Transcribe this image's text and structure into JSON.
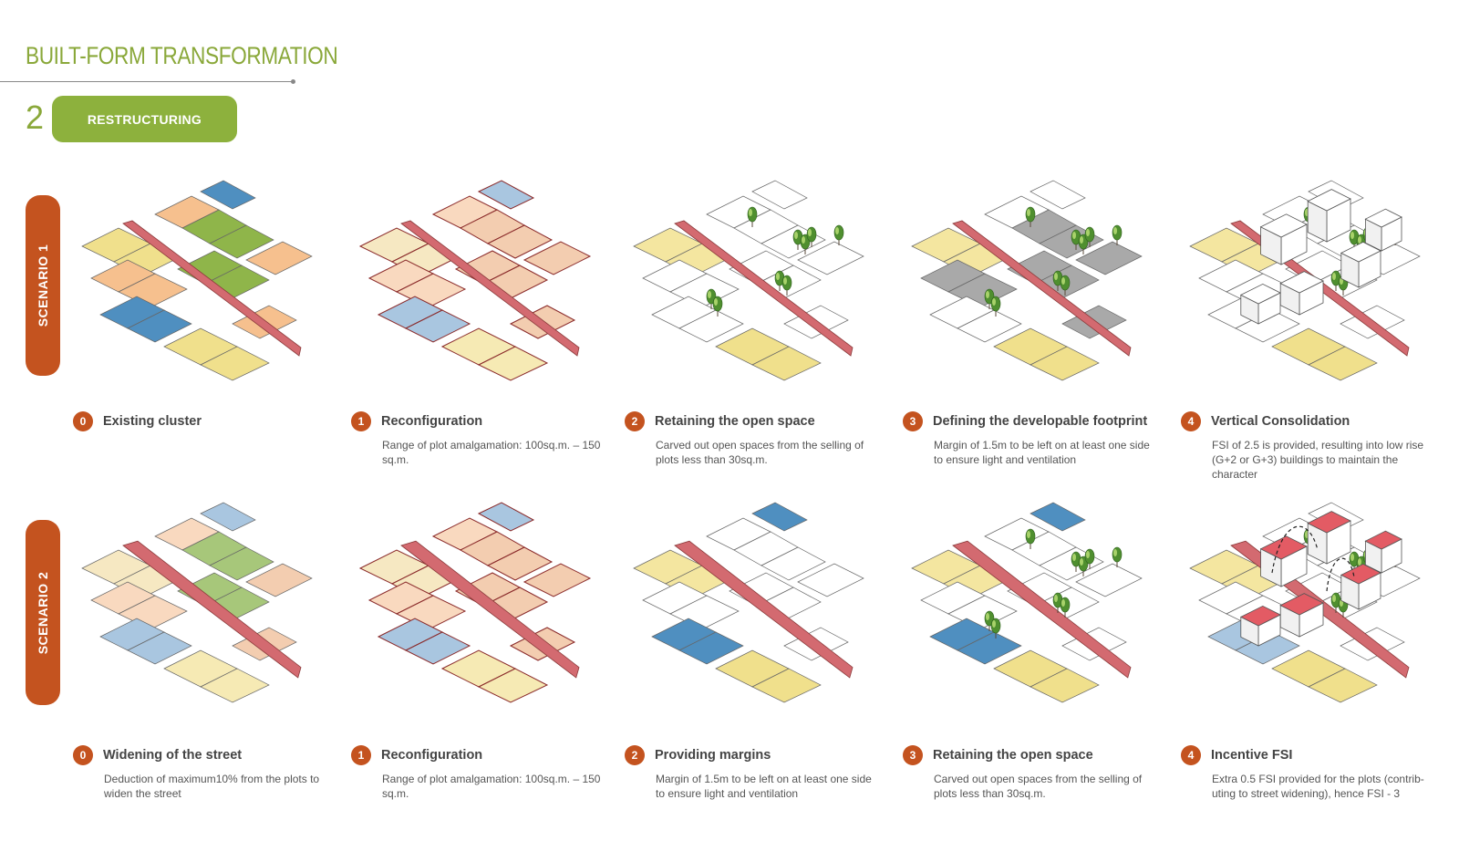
{
  "header": {
    "title": "BUILT-FORM TRANSFORMATION",
    "section_number": "2",
    "section_label": "RESTRUCTURING"
  },
  "colors": {
    "green": "#8db13d",
    "orange": "#c4531f",
    "street": "#d36a70",
    "plot_orange": "#f6c08e",
    "plot_yellow": "#f0e08c",
    "plot_blue": "#4f8fc0",
    "plot_green": "#8fb54a",
    "grey": "#a9a9a9"
  },
  "scenarios": [
    {
      "label": "SCENARIO 1",
      "steps": [
        {
          "number": "0",
          "title": "Existing cluster",
          "desc": ""
        },
        {
          "number": "1",
          "title": "Reconfiguration",
          "desc": "Range of plot amalgamation: 100sq.m. – 150 sq.m."
        },
        {
          "number": "2",
          "title": "Retaining the open space",
          "desc": "Carved out open spaces from the selling of plots less than 30sq.m."
        },
        {
          "number": "3",
          "title": "Defining the developable footprint",
          "desc": "Margin of 1.5m to be left on at least one side to ensure light and ventilation"
        },
        {
          "number": "4",
          "title": "Vertical Consolidation",
          "desc": "FSI of 2.5 is provided, resulting into low rise (G+2 or G+3) buildings to maintain the character"
        }
      ]
    },
    {
      "label": "SCENARIO 2",
      "steps": [
        {
          "number": "0",
          "title": "Widening of the street",
          "desc": "Deduction of maximum10% from the plots to widen the street"
        },
        {
          "number": "1",
          "title": "Reconfiguration",
          "desc": "Range of plot amalgamation: 100sq.m. – 150 sq.m."
        },
        {
          "number": "2",
          "title": "Providing margins",
          "desc": "Margin of 1.5m to be left on at least one side to ensure light and ventilation"
        },
        {
          "number": "3",
          "title": "Retaining the open space",
          "desc": "Carved out open spaces from the selling of plots less than 30sq.m."
        },
        {
          "number": "4",
          "title": "Incentive FSI",
          "desc": "Extra 0.5 FSI provided for the plots (contrib-uting to street widening), hence FSI - 3"
        }
      ]
    }
  ]
}
